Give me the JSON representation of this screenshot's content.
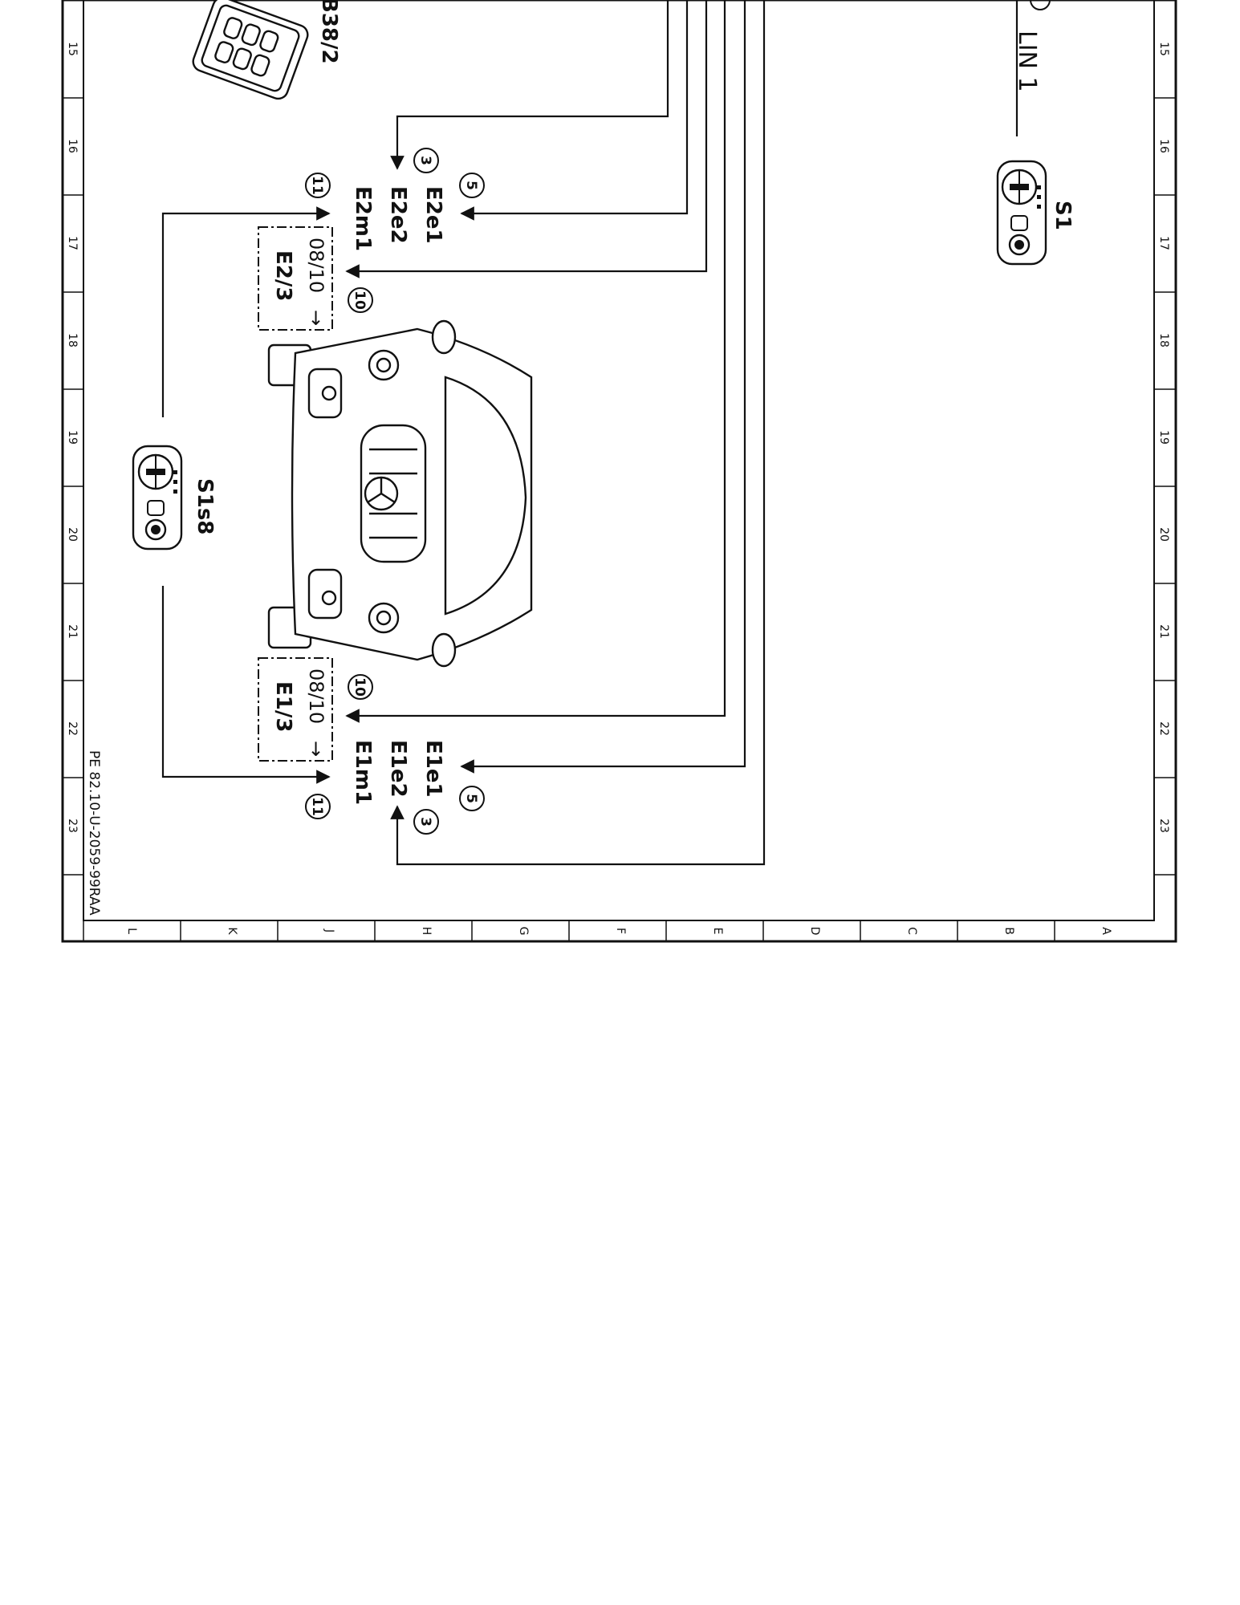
{
  "diagram": {
    "row_numbers": [
      "15",
      "16",
      "17",
      "18",
      "19",
      "20",
      "21",
      "22",
      "23"
    ],
    "column_letters": [
      "L",
      "K",
      "J",
      "H",
      "G",
      "F",
      "E",
      "D",
      "C",
      "B",
      "A"
    ],
    "drawing_code": "PE 82.10-U-2059-99RAA",
    "components": {
      "b38": "B38/2",
      "s1": "S1",
      "s1s8": "S1s8",
      "e2_3": "E2/3",
      "e1_3": "E1/3",
      "lin": "LIN 1"
    },
    "pins": {
      "e2e1": "E2e1",
      "e2e2": "E2e2",
      "e2m1": "E2m1",
      "e1e1": "E1e1",
      "e1e2": "E1e2",
      "e1m1": "E1m1"
    },
    "circled_refs": {
      "e2e1": "5",
      "e2e2": "3",
      "e2m1": "11",
      "e2_box": "10",
      "e1e1": "5",
      "e1e2": "3",
      "e1m1": "11",
      "e1_box": "10"
    },
    "box_dates": {
      "e2": "08/10",
      "e1": "08/10"
    }
  }
}
